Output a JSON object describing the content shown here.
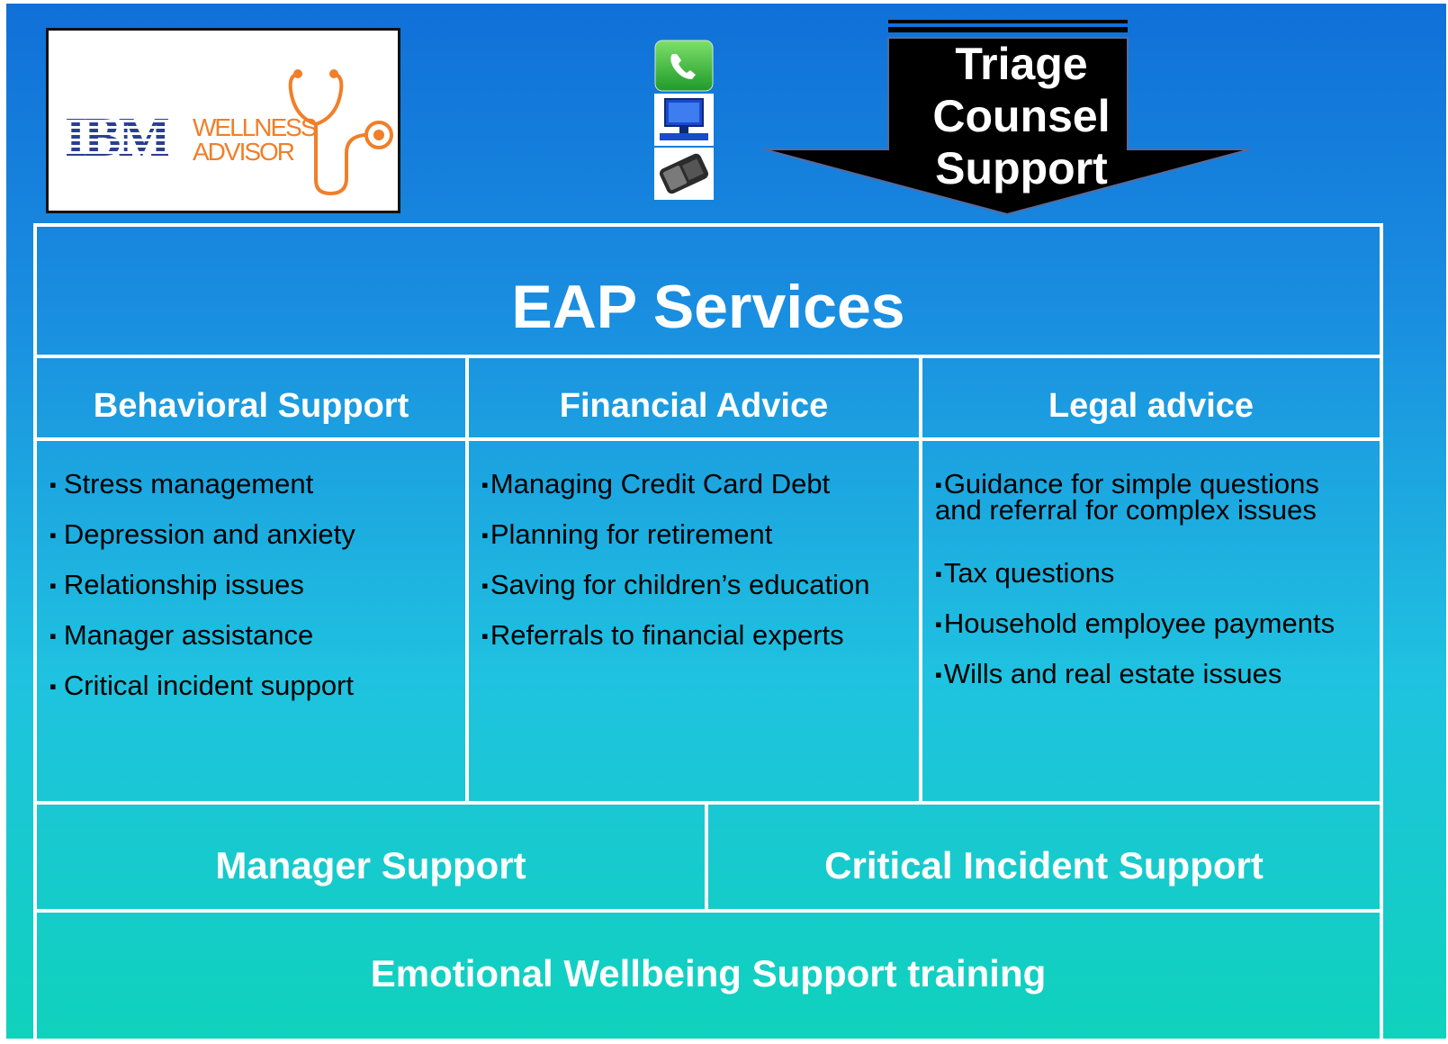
{
  "logo": {
    "brand_mark": "IBM",
    "wordmark_line1": "WELLNESS",
    "wordmark_line2": "ADVISOR"
  },
  "contact_icons": [
    "phone-icon",
    "computer-icon",
    "handheld-device-icon"
  ],
  "arrow": {
    "lines": [
      "Triage",
      "Counsel",
      "Support"
    ]
  },
  "eap": {
    "title": "EAP Services"
  },
  "columns": [
    {
      "heading": "Behavioral Support",
      "items": [
        "Stress management",
        "Depression and anxiety",
        "Relationship issues",
        "Manager assistance",
        "Critical incident support"
      ]
    },
    {
      "heading": "Financial Advice",
      "items": [
        "Managing Credit Card Debt",
        "Planning for retirement",
        "Saving for children’s education",
        "Referrals to financial experts"
      ]
    },
    {
      "heading": "Legal advice",
      "items": [
        "Guidance for simple questions and referral for complex issues",
        "Tax questions",
        "Household employee payments",
        "Wills and real estate issues"
      ]
    }
  ],
  "bottom": {
    "left": "Manager Support",
    "right": "Critical Incident Support",
    "footer": "Emotional Wellbeing Support training"
  },
  "colors": {
    "background_top": "#1070d8",
    "background_bottom": "#0fd2bc",
    "logo_blue": "#2a3f8f",
    "logo_orange": "#f07f2a",
    "border": "#ffffff"
  }
}
